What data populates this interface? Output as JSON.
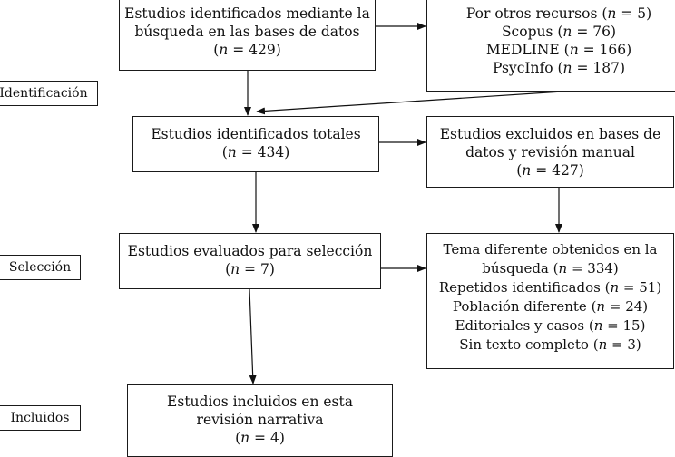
{
  "stages": {
    "identification": "Identificación",
    "selection": "Selección",
    "included": "Incluidos"
  },
  "boxes": {
    "database_search": {
      "lines": [
        "Estudios identificados mediante la",
        "búsqueda en las bases de datos"
      ],
      "count": "429"
    },
    "other_sources": {
      "items": [
        {
          "label": "Por otros recursos",
          "count": "5"
        },
        {
          "label": "Scopus",
          "count": "76"
        },
        {
          "label": "MEDLINE",
          "count": "166"
        },
        {
          "label": "PsycInfo",
          "count": "187"
        }
      ]
    },
    "total_identified": {
      "lines": [
        "Estudios identificados totales"
      ],
      "count": "434"
    },
    "excluded": {
      "lines": [
        "Estudios excluidos en bases de",
        "datos y revisión manual"
      ],
      "count": "427"
    },
    "screened": {
      "lines": [
        "Estudios evaluados para selección"
      ],
      "count": "7"
    },
    "exclusion_reasons": {
      "first_label_lines": [
        "Tema diferente obtenidos en la",
        "búsqueda"
      ],
      "first_count": "334",
      "items": [
        {
          "label": "Repetidos identificados",
          "count": "51"
        },
        {
          "label": "Población diferente",
          "count": "24"
        },
        {
          "label": "Editoriales y casos",
          "count": "15"
        },
        {
          "label": "Sin texto completo",
          "count": "3"
        }
      ]
    },
    "included": {
      "lines": [
        "Estudios incluidos en esta",
        "revisión narrativa"
      ],
      "count": "4"
    }
  },
  "symbols": {
    "n": "n",
    "equals": " = "
  }
}
